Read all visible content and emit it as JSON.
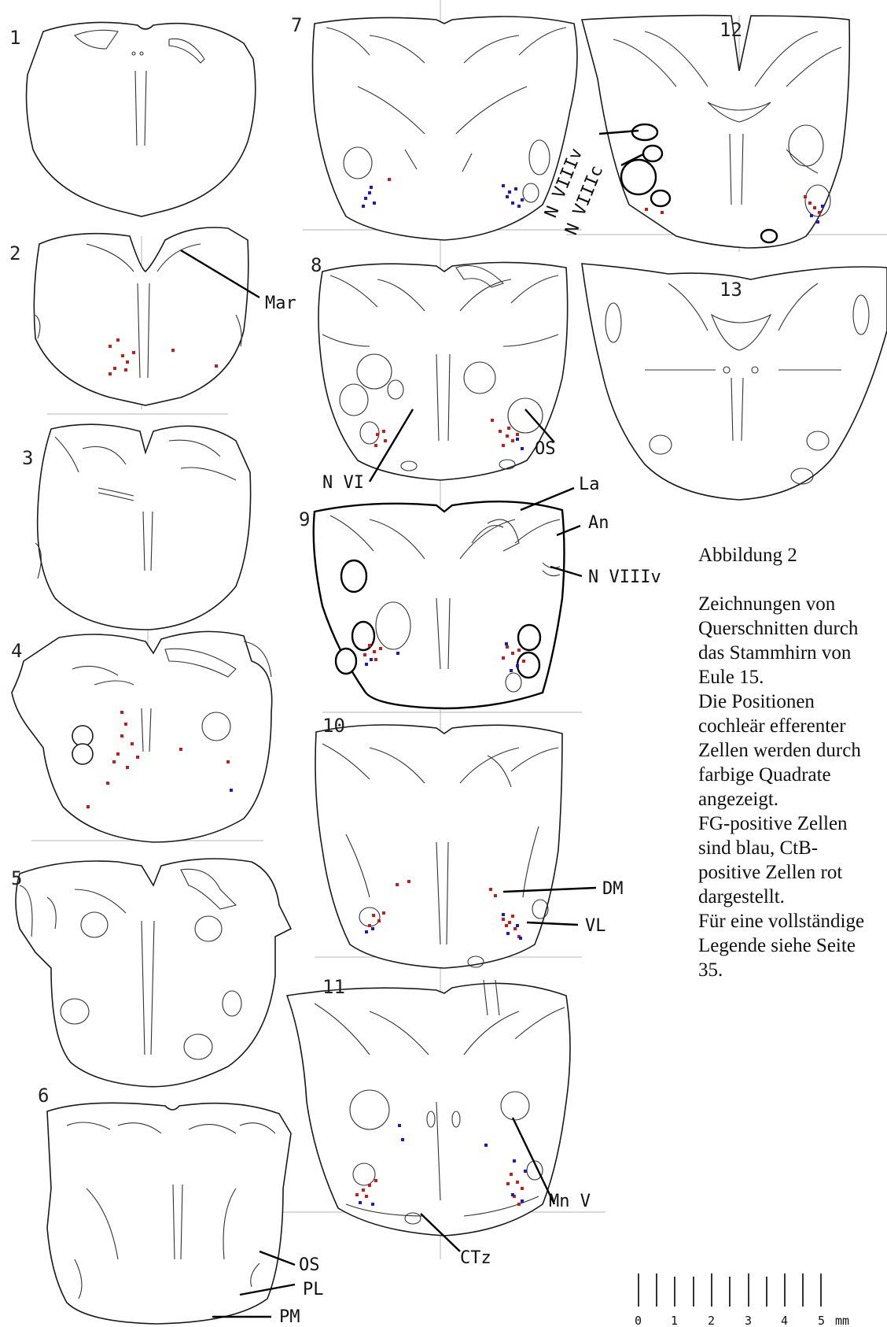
{
  "sections": [
    {
      "id": "1",
      "label": "1"
    },
    {
      "id": "2",
      "label": "2"
    },
    {
      "id": "3",
      "label": "3"
    },
    {
      "id": "4",
      "label": "4"
    },
    {
      "id": "5",
      "label": "5"
    },
    {
      "id": "6",
      "label": "6"
    },
    {
      "id": "7",
      "label": "7"
    },
    {
      "id": "8",
      "label": "8"
    },
    {
      "id": "9",
      "label": "9"
    },
    {
      "id": "10",
      "label": "10"
    },
    {
      "id": "11",
      "label": "11"
    },
    {
      "id": "12",
      "label": "12"
    },
    {
      "id": "13",
      "label": "13"
    }
  ],
  "labels": {
    "mar": "Mar",
    "os_8": "OS",
    "n_vi": "N VI",
    "la": "La",
    "an": "An",
    "n_viiiv_9": "N VIIIv",
    "dm": "DM",
    "vl": "VL",
    "mn_v": "Mn V",
    "ctz": "CTz",
    "os_6": "OS",
    "pl": "PL",
    "pm": "PM",
    "n_viiiv_12": "N VIIIv",
    "n_viiic_12": "N VIIIc"
  },
  "colors": {
    "fg_positive": "#1a1acc",
    "ctb_positive": "#cc1a1a",
    "outline": "#1a1a1a"
  },
  "scale_bar": {
    "ticks": [
      "0",
      "1",
      "2",
      "3",
      "4",
      "5"
    ],
    "unit": "mm"
  },
  "caption": {
    "title": "Abbildung 2",
    "body": "Zeichnungen von\nQuerschnitten durch\ndas Stammhirn von\nEule 15.\nDie Positionen\ncochleär efferenter\nZellen werden durch\nfarbige Quadrate\nangezeigt.\nFG-positive Zellen\nsind blau, CtB-\npositive Zellen rot\ndargestellt.\nFür eine vollständige\nLegende siehe Seite\n35."
  },
  "cells": {
    "s2_red": [
      [
        140,
        440
      ],
      [
        150,
        432
      ],
      [
        156,
        452
      ],
      [
        162,
        460
      ],
      [
        146,
        468
      ],
      [
        170,
        448
      ],
      [
        140,
        475
      ],
      [
        220,
        445
      ],
      [
        275,
        465
      ],
      [
        160,
        470
      ]
    ],
    "s4_red": [
      [
        160,
        920
      ],
      [
        155,
        935
      ],
      [
        168,
        945
      ],
      [
        150,
        958
      ],
      [
        175,
        962
      ],
      [
        162,
        975
      ],
      [
        145,
        968
      ],
      [
        155,
        905
      ],
      [
        230,
        952
      ],
      [
        290,
        968
      ],
      [
        137,
        995
      ],
      [
        112,
        1025
      ]
    ],
    "s4_blue": [
      [
        294,
        1004
      ]
    ],
    "s7_blue": [
      [
        465,
        252
      ],
      [
        470,
        245
      ],
      [
        476,
        258
      ],
      [
        462,
        262
      ],
      [
        472,
        238
      ],
      [
        645,
        250
      ],
      [
        652,
        258
      ],
      [
        660,
        262
      ],
      [
        648,
        244
      ],
      [
        656,
        240
      ],
      [
        664,
        254
      ],
      [
        640,
        236
      ]
    ],
    "s7_red": [
      [
        495,
        228
      ]
    ],
    "s8_red": [
      [
        480,
        552
      ],
      [
        488,
        548
      ],
      [
        478,
        566
      ],
      [
        490,
        560
      ],
      [
        636,
        548
      ],
      [
        645,
        554
      ],
      [
        652,
        560
      ],
      [
        640,
        566
      ],
      [
        658,
        552
      ],
      [
        626,
        534
      ],
      [
        647,
        544
      ]
    ],
    "s8_blue": [
      [
        664,
        570
      ],
      [
        658,
        558
      ]
    ],
    "s9_red": [
      [
        470,
        820
      ],
      [
        476,
        828
      ],
      [
        484,
        824
      ],
      [
        464,
        832
      ],
      [
        478,
        838
      ],
      [
        645,
        822
      ],
      [
        652,
        830
      ],
      [
        660,
        826
      ],
      [
        640,
        836
      ],
      [
        666,
        840
      ]
    ],
    "s9_blue": [
      [
        466,
        844
      ],
      [
        472,
        838
      ],
      [
        658,
        846
      ],
      [
        650,
        852
      ],
      [
        506,
        830
      ],
      [
        644,
        818
      ]
    ],
    "s10_red": [
      [
        475,
        1163
      ],
      [
        482,
        1170
      ],
      [
        470,
        1176
      ],
      [
        488,
        1160
      ],
      [
        505,
        1124
      ],
      [
        520,
        1120
      ],
      [
        624,
        1130
      ],
      [
        630,
        1138
      ],
      [
        640,
        1168
      ],
      [
        648,
        1172
      ],
      [
        655,
        1180
      ],
      [
        660,
        1190
      ],
      [
        644,
        1176
      ],
      [
        652,
        1164
      ]
    ],
    "s10_blue": [
      [
        466,
        1184
      ],
      [
        474,
        1180
      ],
      [
        646,
        1186
      ],
      [
        658,
        1176
      ],
      [
        662,
        1192
      ],
      [
        640,
        1162
      ]
    ],
    "s11_red": [
      [
        462,
        1512
      ],
      [
        470,
        1506
      ],
      [
        478,
        1500
      ],
      [
        466,
        1520
      ],
      [
        454,
        1518
      ],
      [
        650,
        1492
      ],
      [
        658,
        1502
      ],
      [
        664,
        1510
      ],
      [
        654,
        1520
      ],
      [
        646,
        1504
      ],
      [
        660,
        1530
      ]
    ],
    "s11_blue": [
      [
        458,
        1528
      ],
      [
        474,
        1530
      ],
      [
        508,
        1430
      ],
      [
        512,
        1448
      ],
      [
        618,
        1455
      ],
      [
        652,
        1518
      ],
      [
        664,
        1526
      ],
      [
        654,
        1475
      ],
      [
        668,
        1488
      ]
    ],
    "s12_red": [
      [
        1030,
        258
      ],
      [
        1036,
        264
      ],
      [
        1042,
        270
      ],
      [
        822,
        266
      ],
      [
        842,
        270
      ],
      [
        1024,
        250
      ]
    ],
    "s12_blue": [
      [
        1032,
        274
      ],
      [
        1040,
        282
      ],
      [
        1046,
        262
      ]
    ]
  }
}
